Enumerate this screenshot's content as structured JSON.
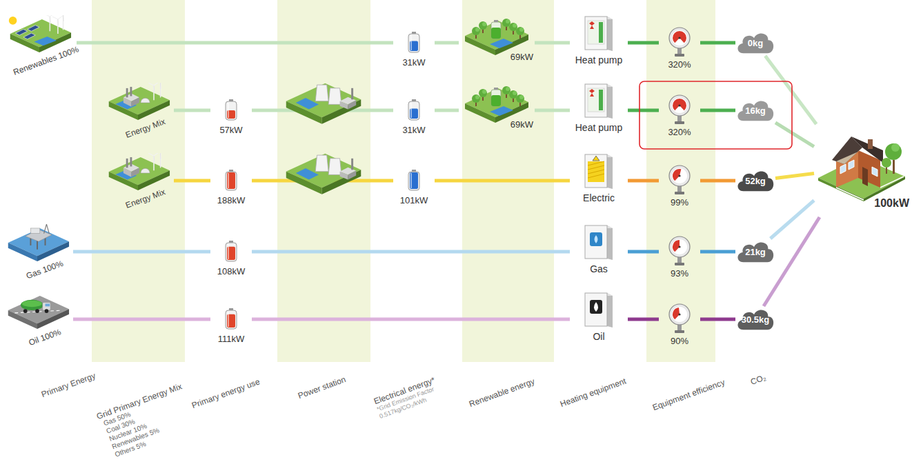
{
  "diagram": {
    "nodes": [
      {
        "text": [
          "Renewables 100%"
        ]
      },
      {
        "text": [
          "31kW"
        ]
      },
      {
        "text": [
          "69kW"
        ]
      },
      {
        "text": [
          "Heat pump"
        ]
      },
      {
        "text": [
          "320%"
        ]
      },
      {
        "text": [
          "0kg"
        ]
      },
      {
        "text": [
          "Energy Mix"
        ]
      },
      {
        "text": [
          "57kW"
        ]
      },
      {
        "text": [
          "31kW"
        ]
      },
      {
        "text": [
          "69kW"
        ]
      },
      {
        "text": [
          "Heat pump"
        ]
      },
      {
        "text": [
          "320%"
        ]
      },
      {
        "text": [
          "16kg"
        ]
      },
      {
        "text": [
          "Energy Mix"
        ]
      },
      {
        "text": [
          "188kW"
        ]
      },
      {
        "text": [
          "101kW"
        ]
      },
      {
        "text": [
          "Electric"
        ]
      },
      {
        "text": [
          "99%"
        ]
      },
      {
        "text": [
          "52kg"
        ]
      },
      {
        "text": [
          "Gas 100%"
        ]
      },
      {
        "text": [
          "108kW"
        ]
      },
      {
        "text": [
          "Gas"
        ]
      },
      {
        "text": [
          "93%"
        ]
      },
      {
        "text": [
          "21kg"
        ]
      },
      {
        "text": [
          "Oil 100%"
        ]
      },
      {
        "text": [
          "111kW"
        ]
      },
      {
        "text": [
          "Oil"
        ]
      },
      {
        "text": [
          "90%"
        ]
      },
      {
        "text": [
          "30.5kg"
        ]
      },
      {
        "text": [
          "100kW"
        ]
      }
    ],
    "edges": [
      {
        "from": 0,
        "to": 1,
        "arrow": "none"
      },
      {
        "from": 1,
        "to": 2,
        "arrow": "none"
      },
      {
        "from": 2,
        "to": 3,
        "arrow": "none"
      },
      {
        "from": 3,
        "to": 4,
        "arrow": "none"
      },
      {
        "from": 4,
        "to": 5,
        "arrow": "none"
      },
      {
        "from": 6,
        "to": 7,
        "arrow": "none"
      },
      {
        "from": 7,
        "to": 8,
        "arrow": "none"
      },
      {
        "from": 8,
        "to": 9,
        "arrow": "none"
      },
      {
        "from": 9,
        "to": 10,
        "arrow": "none"
      },
      {
        "from": 10,
        "to": 11,
        "arrow": "none"
      },
      {
        "from": 11,
        "to": 12,
        "arrow": "none"
      },
      {
        "from": 13,
        "to": 14,
        "arrow": "none"
      },
      {
        "from": 14,
        "to": 15,
        "arrow": "none"
      },
      {
        "from": 15,
        "to": 16,
        "arrow": "none"
      },
      {
        "from": 16,
        "to": 17,
        "arrow": "none"
      },
      {
        "from": 17,
        "to": 18,
        "arrow": "none"
      },
      {
        "from": 19,
        "to": 20,
        "arrow": "none"
      },
      {
        "from": 20,
        "to": 21,
        "arrow": "none"
      },
      {
        "from": 21,
        "to": 22,
        "arrow": "none"
      },
      {
        "from": 22,
        "to": 23,
        "arrow": "none"
      },
      {
        "from": 24,
        "to": 25,
        "arrow": "none"
      },
      {
        "from": 25,
        "to": 26,
        "arrow": "none"
      },
      {
        "from": 26,
        "to": 27,
        "arrow": "none"
      },
      {
        "from": 27,
        "to": 28,
        "arrow": "none"
      },
      {
        "from": 5,
        "to": 29,
        "arrow": "none"
      },
      {
        "from": 12,
        "to": 29,
        "arrow": "none"
      },
      {
        "from": 18,
        "to": 29,
        "arrow": "none"
      },
      {
        "from": 23,
        "to": 29,
        "arrow": "none"
      },
      {
        "from": 28,
        "to": 29,
        "arrow": "none"
      }
    ],
    "labels": [
      "Primary Energy",
      "Grid Primary Energy Mix",
      "Gas 50%",
      "Coal 30%",
      "Nuclear 10%",
      "Renewables 5%",
      "Others 5%",
      "Primary energy use",
      "Power station",
      "Electrical energy*",
      "*Grid Emission Factor 0.517kg/CO₂/kWh",
      "Renewable energy",
      "Heating equipment",
      "Equipment efficiency",
      "CO₂"
    ]
  }
}
